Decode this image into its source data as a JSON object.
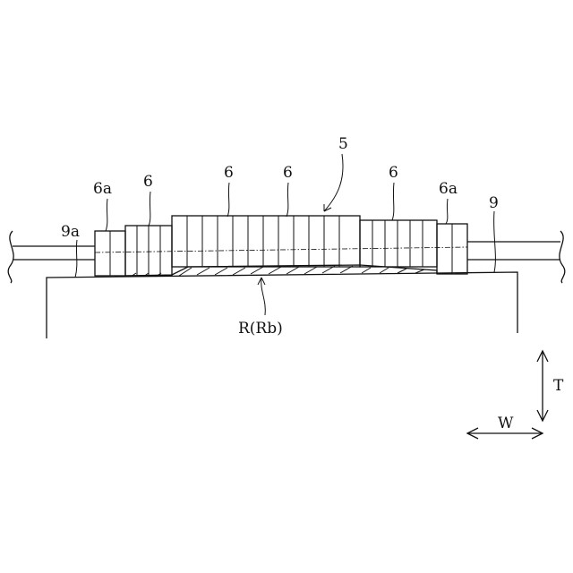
{
  "labels": {
    "assembly": "5",
    "segment_left_outer": "6",
    "segment_center_left": "6",
    "segment_center_right": "6",
    "segment_right_outer": "6",
    "end_left": "6a",
    "end_right": "6a",
    "base_left": "9a",
    "base_right": "9",
    "region": "R(Rb)",
    "axis_t": "T",
    "axis_w": "W"
  }
}
